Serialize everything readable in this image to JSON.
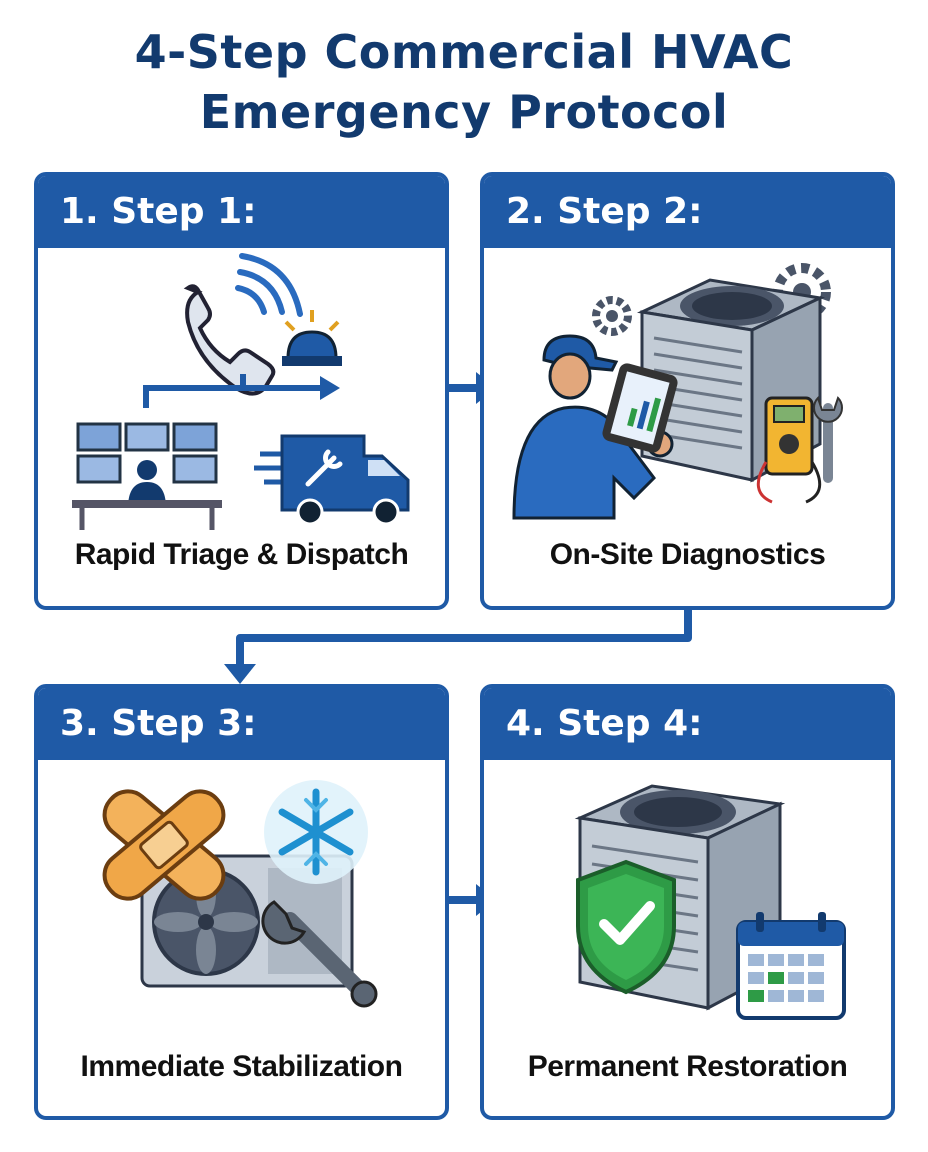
{
  "title": {
    "line1": "4-Step Commercial HVAC",
    "line2": "Emergency Protocol"
  },
  "steps": [
    {
      "header": "1. Step 1:",
      "label": "Rapid Triage & Dispatch",
      "icons": [
        "phone-icon",
        "signal-waves-icon",
        "alarm-light-icon",
        "control-room-icon",
        "service-van-icon"
      ]
    },
    {
      "header": "2. Step 2:",
      "label": "On-Site Diagnostics",
      "icons": [
        "technician-icon",
        "tablet-icon",
        "hvac-unit-icon",
        "gear-icon",
        "multimeter-icon",
        "wrench-icon"
      ]
    },
    {
      "header": "3. Step 3:",
      "label": "Immediate Stabilization",
      "icons": [
        "bandage-icon",
        "snowflake-icon",
        "ac-unit-icon",
        "wrench-icon"
      ]
    },
    {
      "header": "4. Step 4:",
      "label": "Permanent Restoration",
      "icons": [
        "hvac-unit-icon",
        "shield-check-icon",
        "calendar-icon"
      ]
    }
  ],
  "colors": {
    "primary": "#1f5aa6",
    "title": "#123a6e",
    "accent_orange": "#f3b25b",
    "check_green": "#2e9b46",
    "ice_blue": "#4fb4e6"
  }
}
